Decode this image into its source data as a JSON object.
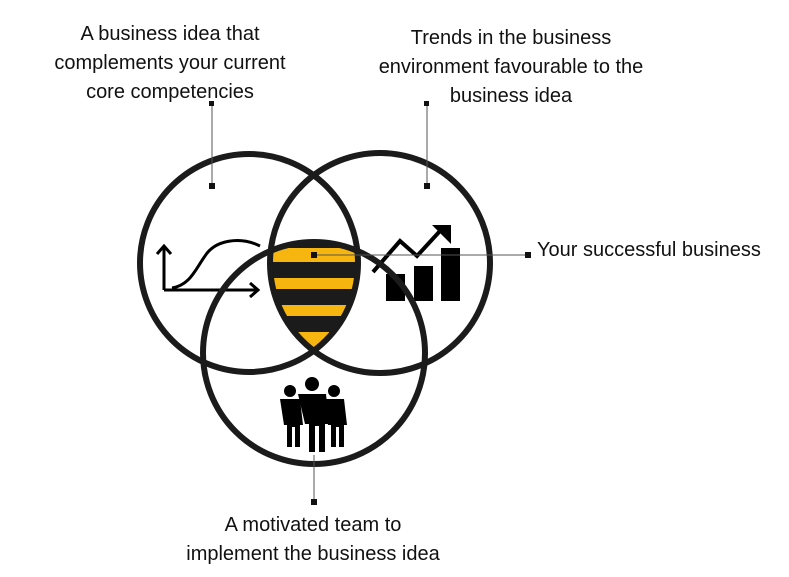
{
  "labels": {
    "competencies": [
      "A business idea that",
      "complements your current",
      "core competencies"
    ],
    "trends": [
      "Trends in the business",
      "environment favourable to the",
      "business idea"
    ],
    "success": "Your successful business",
    "team": [
      "A motivated team to",
      "implement the business idea"
    ]
  },
  "colors": {
    "accent": "#F6B60F",
    "ink": "#1b1b1b"
  },
  "icons": [
    "growth-curve-icon",
    "bar-chart-trend-icon",
    "team-people-icon"
  ]
}
